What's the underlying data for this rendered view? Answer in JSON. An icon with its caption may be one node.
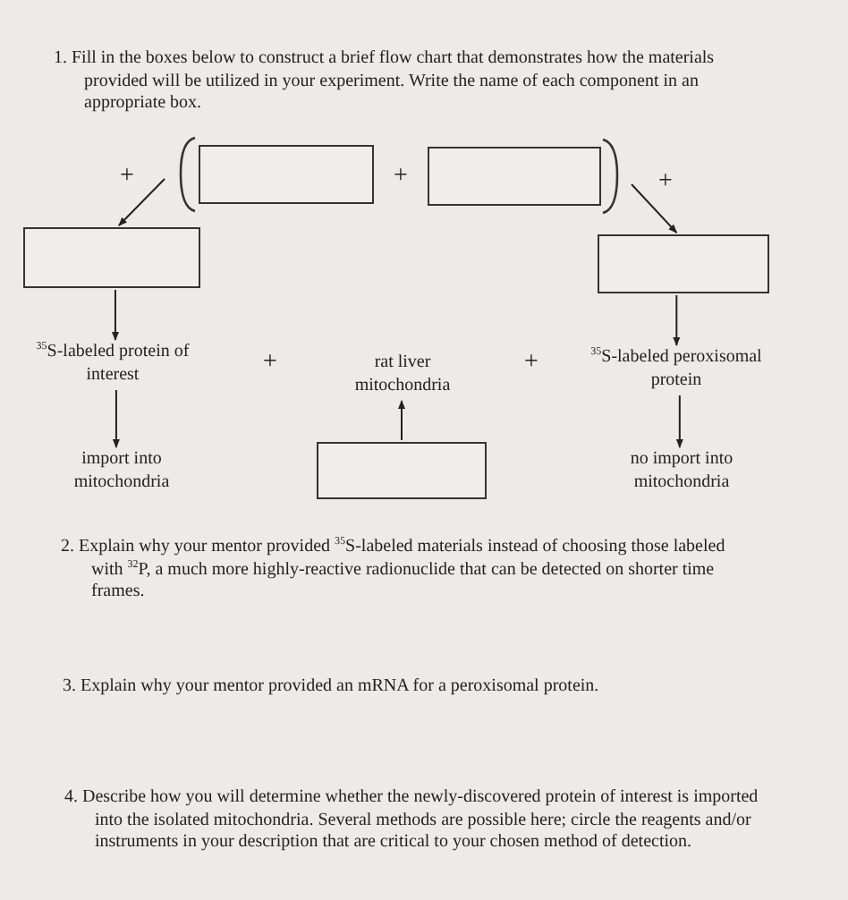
{
  "diagram": {
    "nodes": [
      {
        "text": [],
        "shape": "box"
      },
      {
        "text": [],
        "shape": "box"
      },
      {
        "text": [],
        "shape": "box"
      },
      {
        "text": [],
        "shape": "box"
      },
      {
        "text": [
          "$^{35}$S-labeled protein of interest"
        ]
      },
      {
        "text": [
          "rat liver mitochondria"
        ]
      },
      {
        "text": [
          "$^{35}$S-labeled peroxisomal protein"
        ]
      },
      {
        "text": [
          "import into mitochondria"
        ]
      },
      {
        "text": [],
        "shape": "box"
      },
      {
        "text": [
          "no import into mitochondria"
        ]
      }
    ],
    "edges": [
      {
        "from": null,
        "to": 2,
        "arrow": "to"
      },
      {
        "from": null,
        "to": 3,
        "arrow": "to"
      },
      {
        "from": 2,
        "to": 4,
        "arrow": "to"
      },
      {
        "from": 3,
        "to": 6,
        "arrow": "to"
      },
      {
        "from": 8,
        "to": 5,
        "arrow": "to"
      },
      {
        "from": 4,
        "to": 7,
        "arrow": "to"
      },
      {
        "from": 6,
        "to": 9,
        "arrow": "to"
      }
    ],
    "labels": [
      "1. Fill in the boxes below to construct a brief flow chart that demonstrates how the materials provided will be utilized in your experiment.  Write the name of each component in an appropriate box.",
      "+",
      "+",
      "+",
      "+",
      "+",
      "2. Explain why your mentor provided $^{35}$S-labeled materials instead of choosing those labeled with $^{32}$P, a much more highly-reactive radionuclide that can be detected on shorter time frames.",
      "3. Explain why your mentor provided an mRNA for a peroxisomal protein.",
      "4. Describe how you will determine whether the newly-discovered protein of interest is imported into the isolated mitochondria.  Several methods are possible here; circle the reagents and/or instruments in your description that are critical to your chosen method of detection."
    ]
  }
}
